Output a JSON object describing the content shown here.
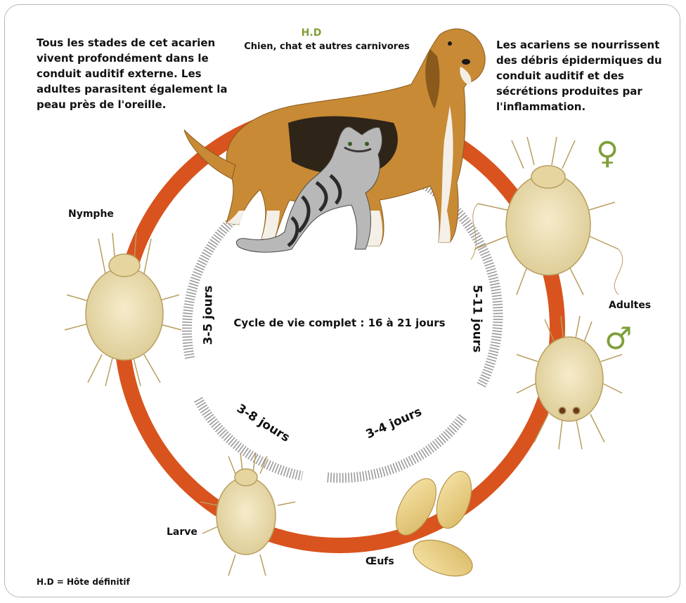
{
  "texts": {
    "left_paragraph": "Tous les stades de cet acarien vivent profondément dans le conduit auditif externe. Les adultes parasitent également la peau près de l'oreille.",
    "right_paragraph": "Les acariens se nourrissent des débris épidermiques du conduit auditif et des sécrétions produites par l'inflammation.",
    "host_title": "H.D",
    "host_subtitle": "Chien, chat et autres carnivores",
    "cycle_center": "Cycle de vie complet : 16 à 21 jours",
    "legend": "H.D = Hôte définitif"
  },
  "stages": {
    "nymph": "Nymphe",
    "adults": "Adultes",
    "larva": "Larve",
    "eggs": "Œufs"
  },
  "durations": {
    "nymph_to_adult": "3-5 jours",
    "adult": "5-11 jours",
    "larva_to_nymph": "3-8 jours",
    "egg_to_larva": "3-4 jours"
  },
  "symbols": {
    "female": "♀",
    "male": "♂"
  },
  "colors": {
    "cycle_ring": "#d9531e",
    "accent_green": "#7fa03a",
    "mite_body": "#ecdfb4",
    "egg": "#ecd48e",
    "tick_gray": "#9a9a9a"
  }
}
